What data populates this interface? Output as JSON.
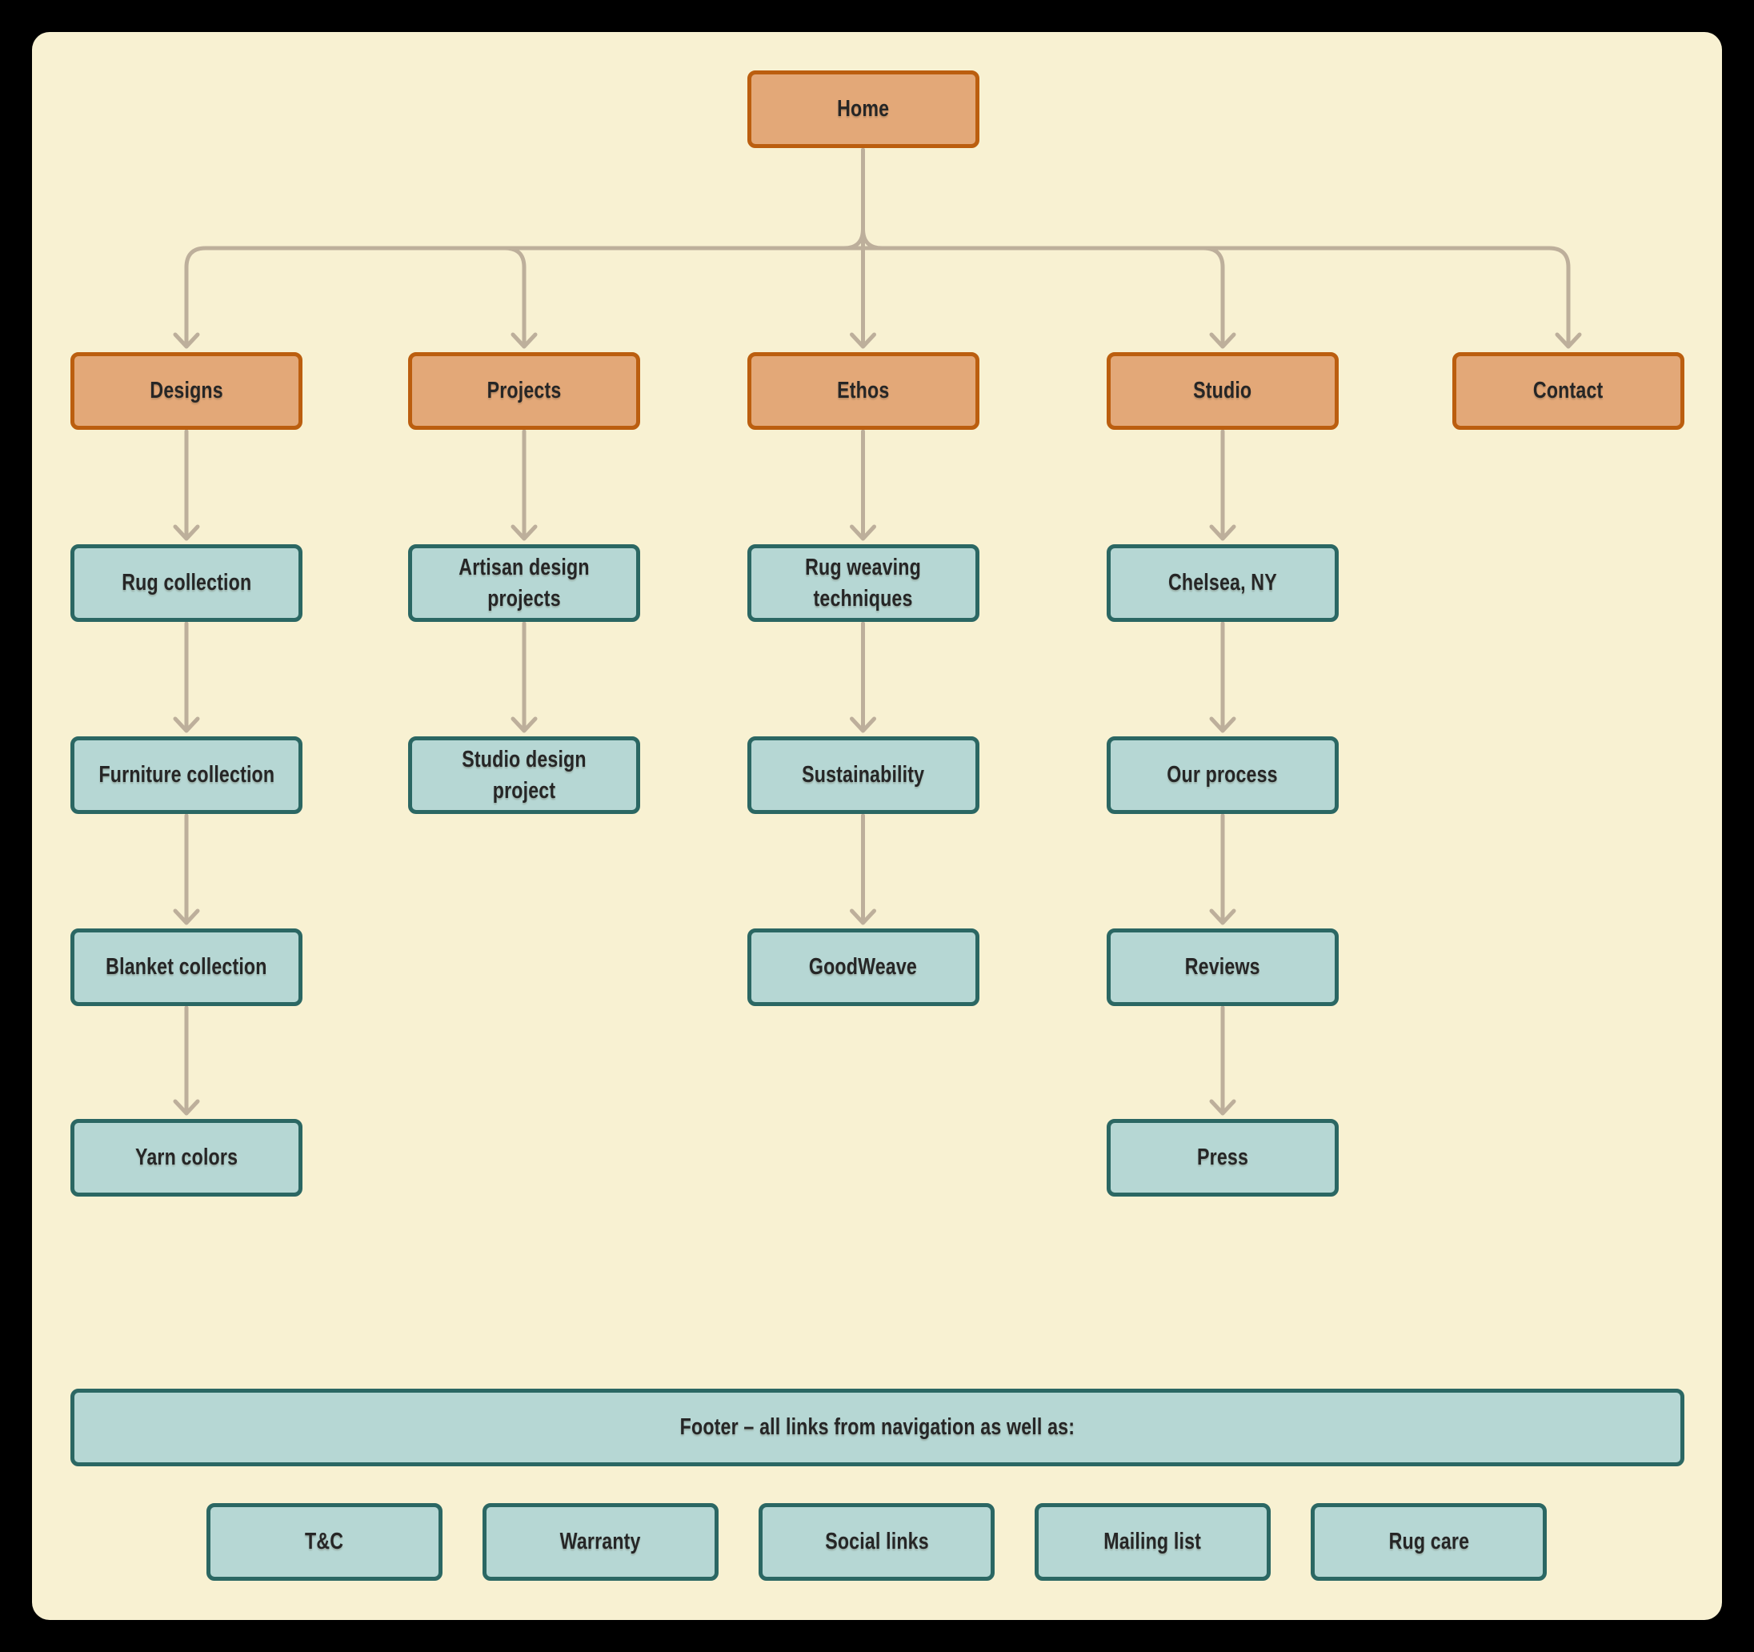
{
  "diagram": {
    "colors": {
      "frame": "#000000",
      "canvas": "#f8f1d2",
      "primary_fill": "#e3a878",
      "primary_border": "#bb5e0f",
      "secondary_fill": "#b6d7d4",
      "secondary_border": "#2b6763",
      "connector": "#bdaf9b",
      "label_text": "#262626"
    },
    "root": {
      "label": "Home"
    },
    "branches": [
      {
        "label": "Designs",
        "children": [
          "Rug collection",
          "Furniture collection",
          "Blanket collection",
          "Yarn colors"
        ]
      },
      {
        "label": "Projects",
        "children": [
          "Artisan design projects",
          "Studio design project"
        ]
      },
      {
        "label": "Ethos",
        "children": [
          "Rug weaving\ntechniques",
          "Sustainability",
          "GoodWeave"
        ]
      },
      {
        "label": "Studio",
        "children": [
          "Chelsea, NY",
          "Our process",
          "Reviews",
          "Press"
        ]
      },
      {
        "label": "Contact",
        "children": []
      }
    ],
    "footer": {
      "bar_label": "Footer – all links from navigation as well as:",
      "items": [
        "T&C",
        "Warranty",
        "Social links",
        "Mailing list",
        "Rug care"
      ]
    }
  }
}
